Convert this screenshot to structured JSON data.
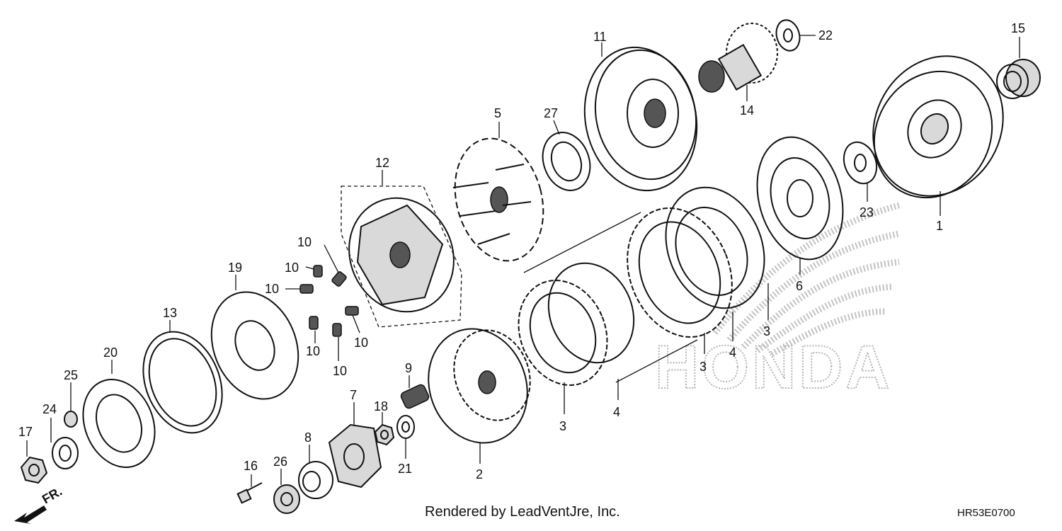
{
  "diagram": {
    "callouts": {
      "p1": "1",
      "p2": "2",
      "p3a": "3",
      "p3b": "3",
      "p3c": "3",
      "p4a": "4",
      "p4b": "4",
      "p5": "5",
      "p6": "6",
      "p7": "7",
      "p8": "8",
      "p9": "9",
      "p10a": "10",
      "p10b": "10",
      "p10c": "10",
      "p10d": "10",
      "p10e": "10",
      "p10f": "10",
      "p11": "11",
      "p12": "12",
      "p13": "13",
      "p14": "14",
      "p15": "15",
      "p16": "16",
      "p17": "17",
      "p18": "18",
      "p19": "19",
      "p20": "20",
      "p21": "21",
      "p22": "22",
      "p23": "23",
      "p24": "24",
      "p25": "25",
      "p26": "26",
      "p27": "27"
    },
    "direction_label": "FR.",
    "watermark_brand": "HONDA"
  },
  "footer": {
    "credit": "Rendered by LeadVentJre, Inc.",
    "diagram_code": "HR53E0700"
  }
}
